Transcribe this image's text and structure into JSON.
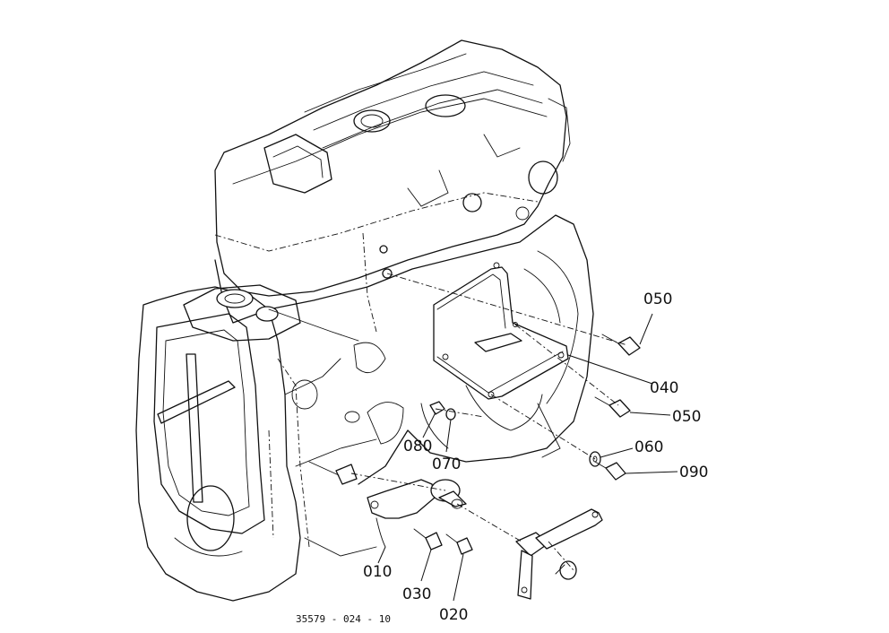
{
  "parts": [
    {
      "id": "p050a",
      "label": "050"
    },
    {
      "id": "p040",
      "label": "040"
    },
    {
      "id": "p050b",
      "label": "050"
    },
    {
      "id": "p060",
      "label": "060"
    },
    {
      "id": "p090",
      "label": "090"
    },
    {
      "id": "p080",
      "label": "080"
    },
    {
      "id": "p070",
      "label": "070"
    },
    {
      "id": "p010",
      "label": "010"
    },
    {
      "id": "p030",
      "label": "030"
    },
    {
      "id": "p020",
      "label": "020"
    }
  ],
  "drawing_number": "35579 - 024 - 10"
}
